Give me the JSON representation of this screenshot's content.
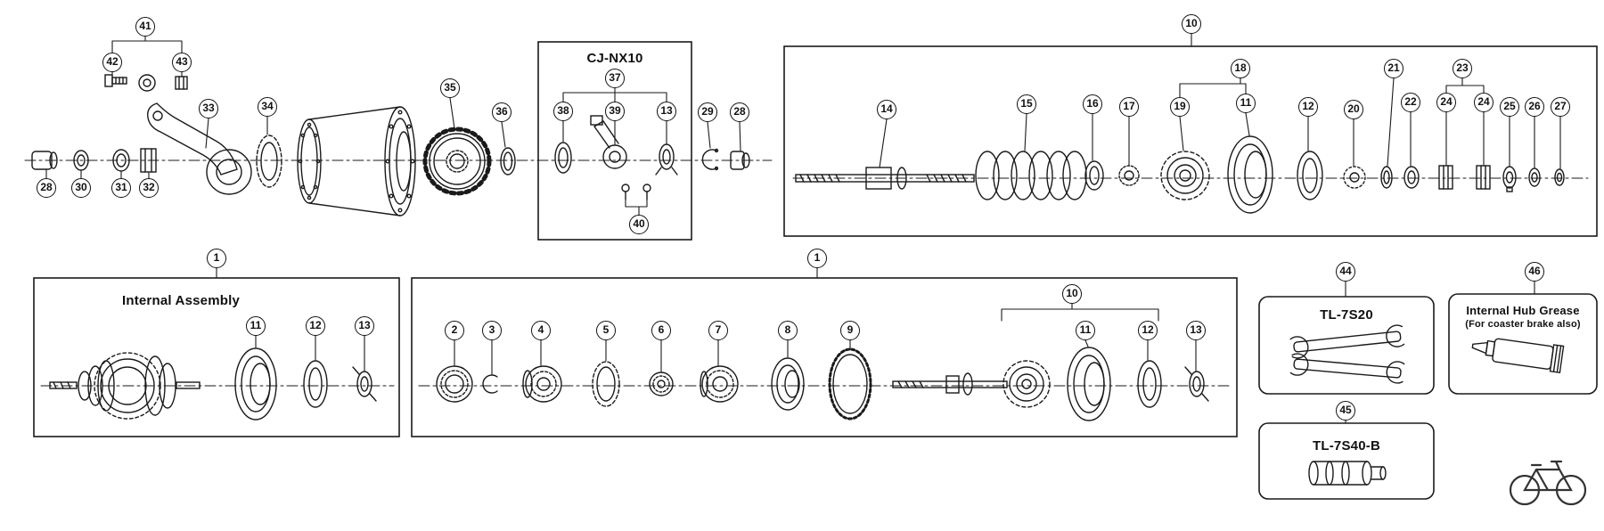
{
  "diagram": {
    "kind": "exploded-parts-diagram",
    "colors": {
      "line": "#1a1a1a",
      "background": "#ffffff"
    }
  },
  "labels": {
    "cj_nx10": "CJ-NX10",
    "internal_assembly": "Internal Assembly",
    "tl_7s20": "TL-7S20",
    "tl_7s40_b": "TL-7S40-B",
    "grease_title": "Internal Hub Grease",
    "grease_sub": "(For coaster brake also)"
  },
  "icons": {
    "wrench": "wrench-icon",
    "grease_tube": "grease-tube-icon",
    "hub_tool": "hub-tool-icon",
    "bicycle": "bicycle-icon"
  },
  "callouts": {
    "n1": "1",
    "n2": "2",
    "n3": "3",
    "n4": "4",
    "n5": "5",
    "n6": "6",
    "n7": "7",
    "n8": "8",
    "n9": "9",
    "n10": "10",
    "n11": "11",
    "n12": "12",
    "n13": "13",
    "n14": "14",
    "n15": "15",
    "n16": "16",
    "n17": "17",
    "n18": "18",
    "n19": "19",
    "n20": "20",
    "n21": "21",
    "n22": "22",
    "n23": "23",
    "n24": "24",
    "n25": "25",
    "n26": "26",
    "n27": "27",
    "n28": "28",
    "n29": "29",
    "n30": "30",
    "n31": "31",
    "n32": "32",
    "n33": "33",
    "n34": "34",
    "n35": "35",
    "n36": "36",
    "n37": "37",
    "n38": "38",
    "n39": "39",
    "n40": "40",
    "n41": "41",
    "n42": "42",
    "n43": "43",
    "n44": "44",
    "n45": "45",
    "n46": "46"
  }
}
